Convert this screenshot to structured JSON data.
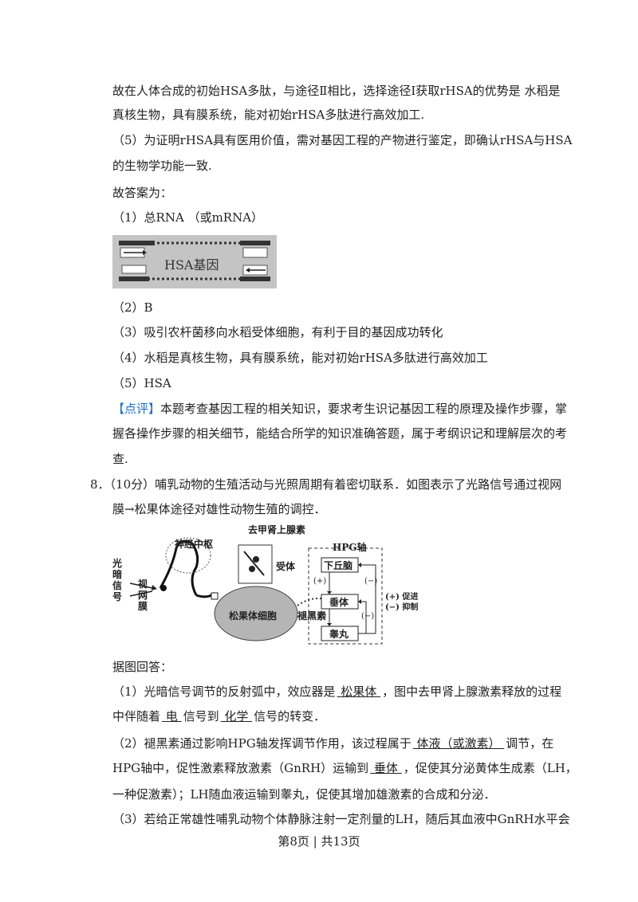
{
  "paragraphs": {
    "p1": "故在人体合成的初始HSA多肽，与途径Ⅱ相比，选择途径Ⅰ获取rHSA的优势是  水稻是",
    "p2": "真核生物，具有膜系统，能对初始rHSA多肽进行高效加工.",
    "p3": "（5）为证明rHSA具有医用价值，需对基因工程的产物进行鉴定，即确认rHSA与HSA",
    "p4": "的生物学功能一致.",
    "p5": "故答案为：",
    "a1": "（1）总RNA  （或mRNA）",
    "a2": "（2）B",
    "a3": "（3）吸引农杆菌移向水稻受体细胞，有利于目的基因成功转化",
    "a4": "（4）水稻是真核生物，具有膜系统，能对初始rHSA多肽进行高效加工",
    "a5": "（5）HSA",
    "comment_tag": "【点评】",
    "comment1": "本题考查基因工程的相关知识，要求考生识记基因工程的原理及操作步骤，掌",
    "comment2": "握各操作步骤的相关细节，能结合所学的知识准确答题，属于考纲识记和理解层次的考",
    "comment3": "查.",
    "q8_1": "8．（10分）哺乳动物的生殖活动与光照周期有着密切联系．如图表示了光路信号通过视网",
    "q8_2": "膜→松果体途径对雄性动物生殖的调控．",
    "q8_3": "据图回答：",
    "q8_a1_pre": "（1）光暗信号调节的反射弧中，效应器是",
    "q8_a1_ans": "  松果体  ",
    "q8_a1_post": "，图中去甲肾上腺激素释放的过程",
    "q8_a1b_pre": "中伴随着",
    "q8_a1b_ans1": "  电  ",
    "q8_a1b_mid": "信号到",
    "q8_a1b_ans2": "  化学  ",
    "q8_a1b_post": "信号的转变．",
    "q8_a2_pre": "（2）褪黑素通过影响HPG轴发挥调节作用，该过程属于",
    "q8_a2_ans": "  体液（或激素）  ",
    "q8_a2_post": "调节，在",
    "q8_a2b_pre": "HPG轴中，促性激素释放激素（GnRH）运输到",
    "q8_a2b_ans": "  垂体  ",
    "q8_a2b_post": "，促使其分泌黄体生成素（LH，",
    "q8_a2c": "一种促激素）；LH随血液运输到睾丸，促使其增加雄激素的合成和分泌．",
    "q8_a3": "（3）若给正常雄性哺乳动物个体静脉注射一定剂量的LH，随后其血液中GnRH水平会"
  },
  "gene_figure": {
    "label": "HSA基因"
  },
  "diagram": {
    "light_signal": "光暗信号",
    "retina": "视网膜",
    "nerve_center": "神经中枢",
    "norepinephrine": "去甲肾上腺素",
    "receptor": "受体",
    "pineal": "松果体细胞",
    "melatonin": "褪黑素",
    "hpg_title": "HPG轴",
    "hypothalamus": "下丘脑",
    "pituitary": "垂体",
    "testis": "睾丸",
    "plus": "(+)",
    "minus": "(−)",
    "legend_promote": "(+) 促进",
    "legend_inhibit": "(−) 抑制"
  },
  "footer": "第8页 | 共13页"
}
